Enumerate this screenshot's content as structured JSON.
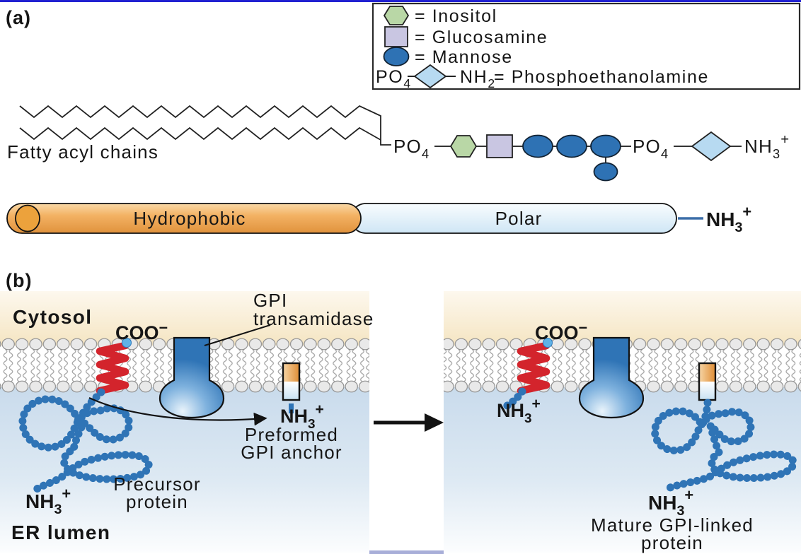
{
  "panel_a": {
    "label": "(a)",
    "legend": {
      "items": [
        {
          "icon": "inositol-hexagon",
          "label": "= Inositol"
        },
        {
          "icon": "glucosamine-square",
          "label": "= Glucosamine"
        },
        {
          "icon": "mannose-oval",
          "label": "= Mannose"
        }
      ],
      "phospho_label": "= Phosphoethanolamine"
    },
    "fatty_label": "Fatty acyl chains",
    "bar": {
      "hydrophobic": "Hydrophobic",
      "polar": "Polar"
    }
  },
  "panel_b": {
    "label": "(b)",
    "cytosol": "Cytosol",
    "er_lumen": "ER lumen",
    "gpi_transamidase": {
      "line1": "GPI",
      "line2": "transamidase"
    },
    "preformed": {
      "line1": "Preformed",
      "line2": "GPI anchor"
    },
    "precursor": {
      "line1": "Precursor",
      "line2": "protein"
    },
    "mature": {
      "line1": "Mature GPI-linked",
      "line2": "protein"
    }
  },
  "chem": {
    "po4": {
      "base": "PO",
      "sub": "4"
    },
    "nh2": {
      "base": "NH",
      "sub": "2"
    },
    "nh3": {
      "base": "NH",
      "sub": "3",
      "sup": "+"
    },
    "coo": {
      "base": "COO",
      "sup": "−"
    }
  },
  "colors": {
    "accent_blue_label": "#2e79bd",
    "top_border_blue": "#2121d1",
    "inositol_green": "#b9d7a6",
    "glucosamine_lavender": "#c9c6e2",
    "mannose_blue": "#2e72b4",
    "pe_diamond_blue": "#b7daf1",
    "helix_red": "#d3242c",
    "helix_terminus_dot": "#5fb2e6",
    "protein_bead_blue": "#2f74b6",
    "hydrophobic_cap_orange": "#eca23c",
    "lipid_head_gray": "#e9e9e9",
    "lipid_tail_gray": "#a5a5a5",
    "arrow_black": "#121212",
    "bottom_strip_lavender": "#a8aed8"
  }
}
